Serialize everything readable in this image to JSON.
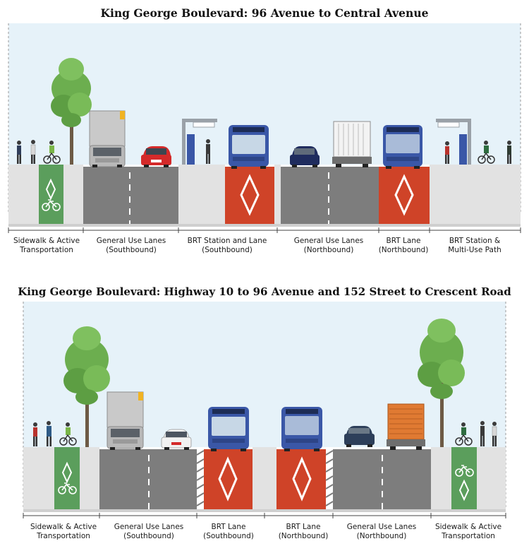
{
  "section1": {
    "title": "King George Boulevard: 96 Avenue to Central Avenue",
    "labels": [
      {
        "line1": "Sidewalk & Active",
        "line2": "Transportation"
      },
      {
        "line1": "General Use Lanes",
        "line2": "(Southbound)"
      },
      {
        "line1": "BRT Station and Lane",
        "line2": "(Southbound)"
      },
      {
        "line1": "General Use Lanes",
        "line2": "(Northbound)"
      },
      {
        "line1": "BRT Lane",
        "line2": "(Northbound)"
      },
      {
        "line1": "BRT Station &",
        "line2": "Multi-Use Path"
      }
    ]
  },
  "section2": {
    "title": "King George Boulevard: Highway 10 to 96 Avenue and 152 Street to Crescent Road",
    "labels": [
      {
        "line1": "Sidewalk & Active",
        "line2": "Transportation"
      },
      {
        "line1": "General Use Lanes",
        "line2": "(Southbound)"
      },
      {
        "line1": "BRT Lane",
        "line2": "(Southbound)"
      },
      {
        "line1": "BRT Lane",
        "line2": "(Northbound)"
      },
      {
        "line1": "General Use Lanes",
        "line2": "(Northbound)"
      },
      {
        "line1": "Sidewalk & Active",
        "line2": "Transportation"
      }
    ]
  },
  "colors": {
    "sky": "#e6f2f9",
    "sidewalk": "#e2e2e2",
    "road": "#7d7d7d",
    "brt": "#cf4328",
    "bike": "#5b9e5c",
    "tree": "#6cae4f",
    "bus": "#3a57a7"
  }
}
